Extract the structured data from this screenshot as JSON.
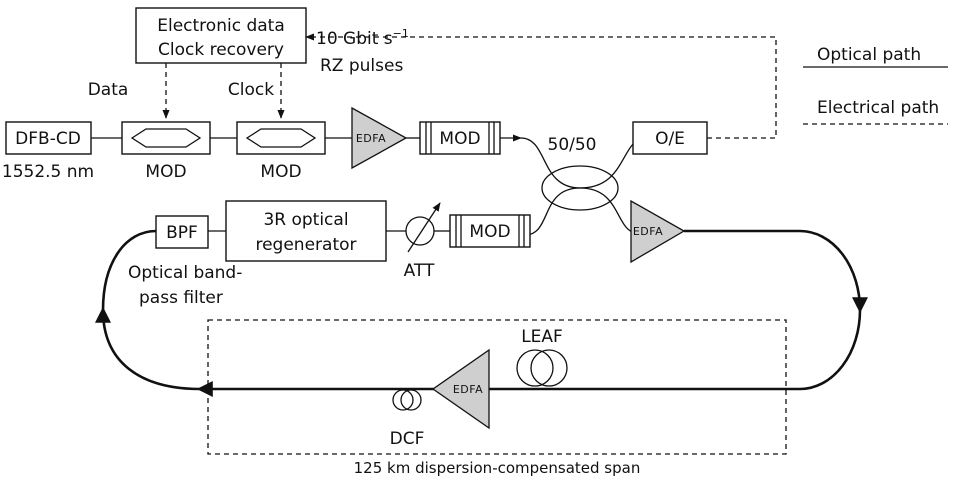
{
  "labels": {
    "electronic_line1": "Electronic data",
    "electronic_line2": "Clock recovery",
    "data": "Data",
    "clock": "Clock",
    "rz_line1": "10 Gbit s",
    "rz_sup": "−1",
    "rz_line2": "RZ pulses",
    "optical_path": "Optical path",
    "electrical_path": "Electrical path",
    "dfb": "DFB-CD",
    "wavelength": "1552.5 nm",
    "mod1": "MOD",
    "mod2": "MOD",
    "mod3": "MOD",
    "mod4": "MOD",
    "edfa1": "EDFA",
    "edfa2": "EDFA",
    "edfa3": "EDFA",
    "coupler": "50/50",
    "oe": "O/E",
    "bpf": "BPF",
    "bpf_caption1": "Optical band-",
    "bpf_caption2": "pass filter",
    "regen1": "3R optical",
    "regen2": "regenerator",
    "att": "ATT",
    "leaf": "LEAF",
    "dcf": "DCF",
    "span": "125 km dispersion-compensated span"
  }
}
